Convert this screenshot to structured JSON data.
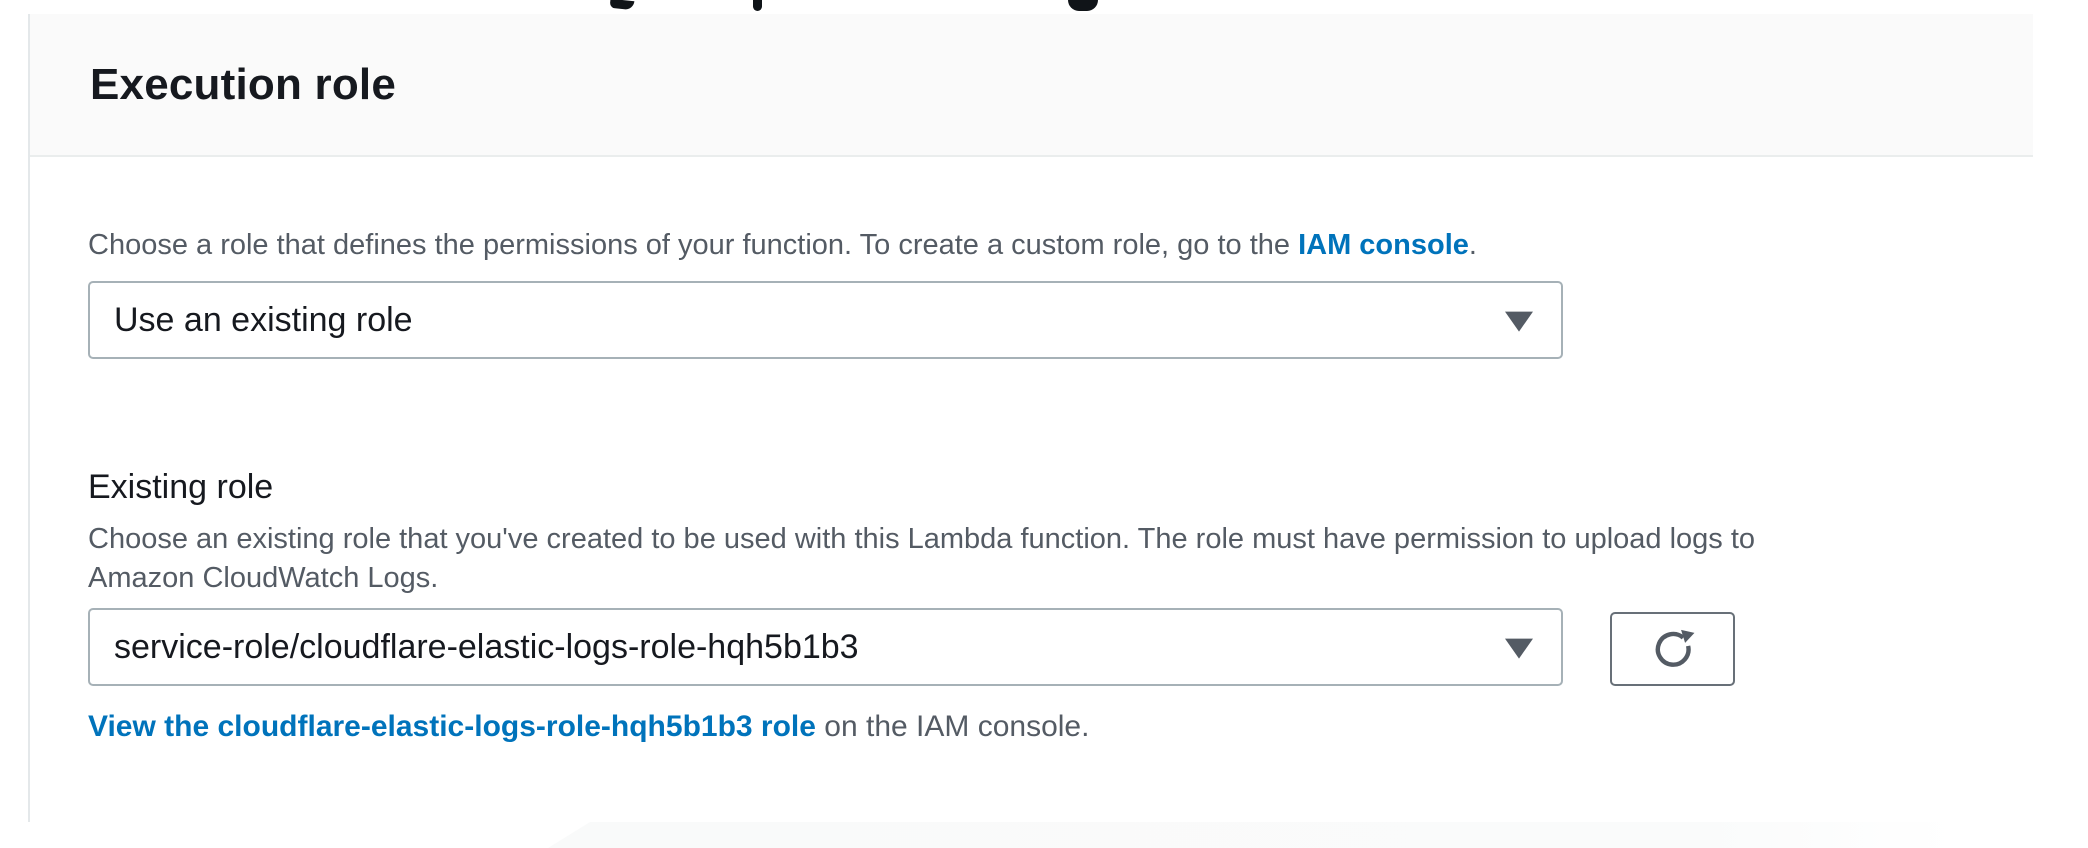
{
  "header": {
    "title": "Execution role"
  },
  "role_config": {
    "desc_before": "Choose a role that defines the permissions of your function. To create a custom role, go to the ",
    "iam_link": "IAM console",
    "desc_after": ".",
    "dropdown_value": "Use an existing role"
  },
  "existing_role": {
    "label": "Existing role",
    "desc_line1": "Choose an existing role that you've created to be used with this Lambda function. The role must have permission to upload logs to",
    "desc_line2": "Amazon CloudWatch Logs.",
    "dropdown_value": "service-role/cloudflare-elastic-logs-role-hqh5b1b3",
    "view_link": "View the cloudflare-elastic-logs-role-hqh5b1b3 role",
    "view_suffix": " on the IAM console."
  },
  "icons": {
    "dropdown_caret": "caret-down",
    "refresh": "circular-arrow"
  },
  "colors": {
    "link": "#0073bb",
    "text_dark": "#16191f",
    "text_secondary": "#545b64",
    "header_bg": "#fafafa",
    "divider": "#eaeded",
    "control_border": "#a6b1b7",
    "button_border": "#687078"
  }
}
